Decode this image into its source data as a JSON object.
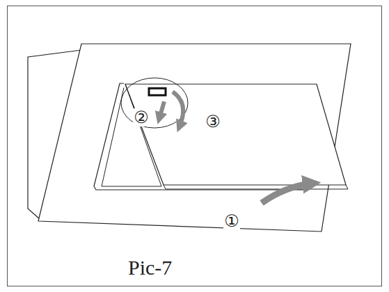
{
  "diagram": {
    "caption": "Pic-7",
    "labels": [
      "②",
      "③",
      "①"
    ]
  }
}
